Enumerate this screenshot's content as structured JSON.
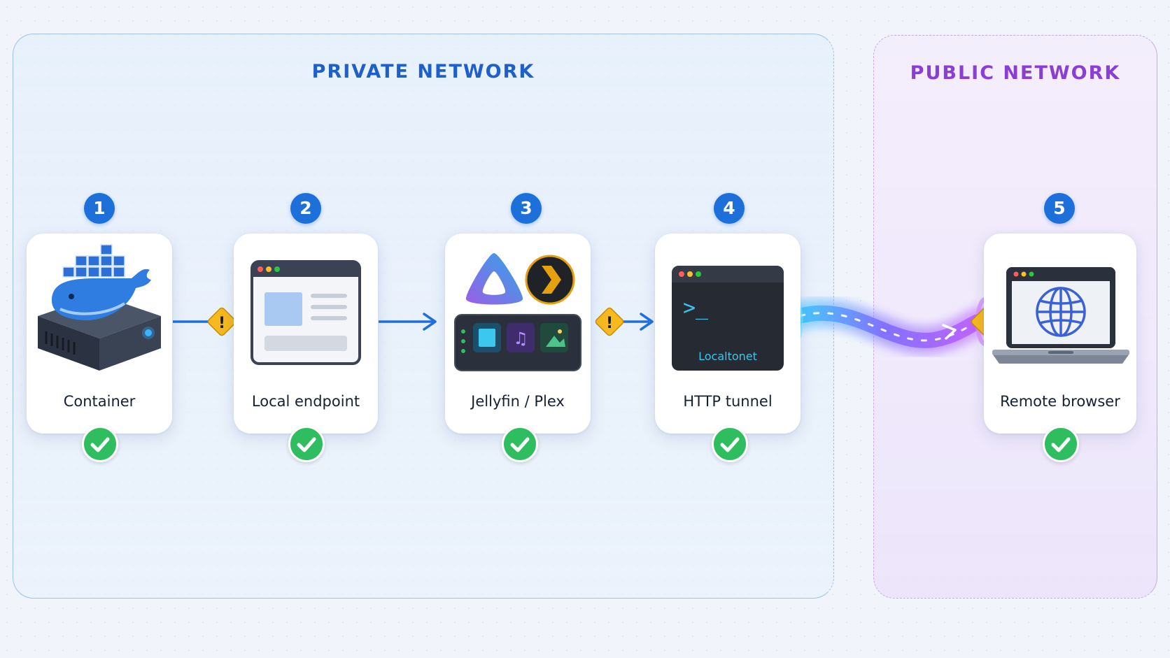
{
  "zones": {
    "private": {
      "title": "PRIVATE NETWORK"
    },
    "public": {
      "title": "PUBLIC NETWORK"
    }
  },
  "steps": [
    {
      "number": "1",
      "label": "Container",
      "icon": "docker-server-icon"
    },
    {
      "number": "2",
      "label": "Local endpoint",
      "icon": "browser-window-icon"
    },
    {
      "number": "3",
      "label": "Jellyfin / Plex",
      "icon": "media-server-icon"
    },
    {
      "number": "4",
      "label": "HTTP tunnel",
      "icon": "terminal-icon",
      "terminal_text": "Localtonet",
      "prompt": ">_"
    },
    {
      "number": "5",
      "label": "Remote browser",
      "icon": "laptop-globe-icon"
    }
  ],
  "status": {
    "step_ok_icon": "check-icon",
    "warning_icon": "warning-icon"
  },
  "colors": {
    "private_accent": "#1f5fcc",
    "public_accent": "#8b3ed4",
    "number_badge": "#1d6fd9",
    "check": "#2fbe5f",
    "warning": "#f6b91e",
    "arrow": "#1f6fe0"
  }
}
